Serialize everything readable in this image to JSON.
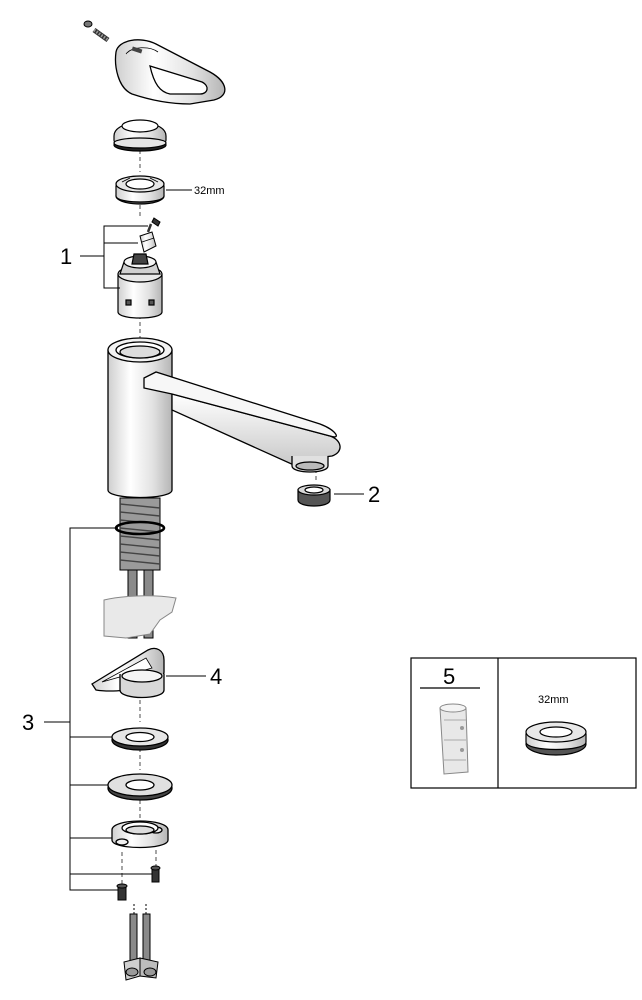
{
  "callouts": {
    "n1": "1",
    "n2": "2",
    "n3": "3",
    "n4": "4",
    "n5": "5"
  },
  "dimensions": {
    "nut_main": "32mm",
    "nut_inset": "32mm"
  },
  "colors": {
    "line": "#000000",
    "chrome_light": "#f2f2f2",
    "chrome_mid": "#d9d9d9",
    "chrome_dark": "#9a9a9a",
    "shadow": "#555555"
  }
}
